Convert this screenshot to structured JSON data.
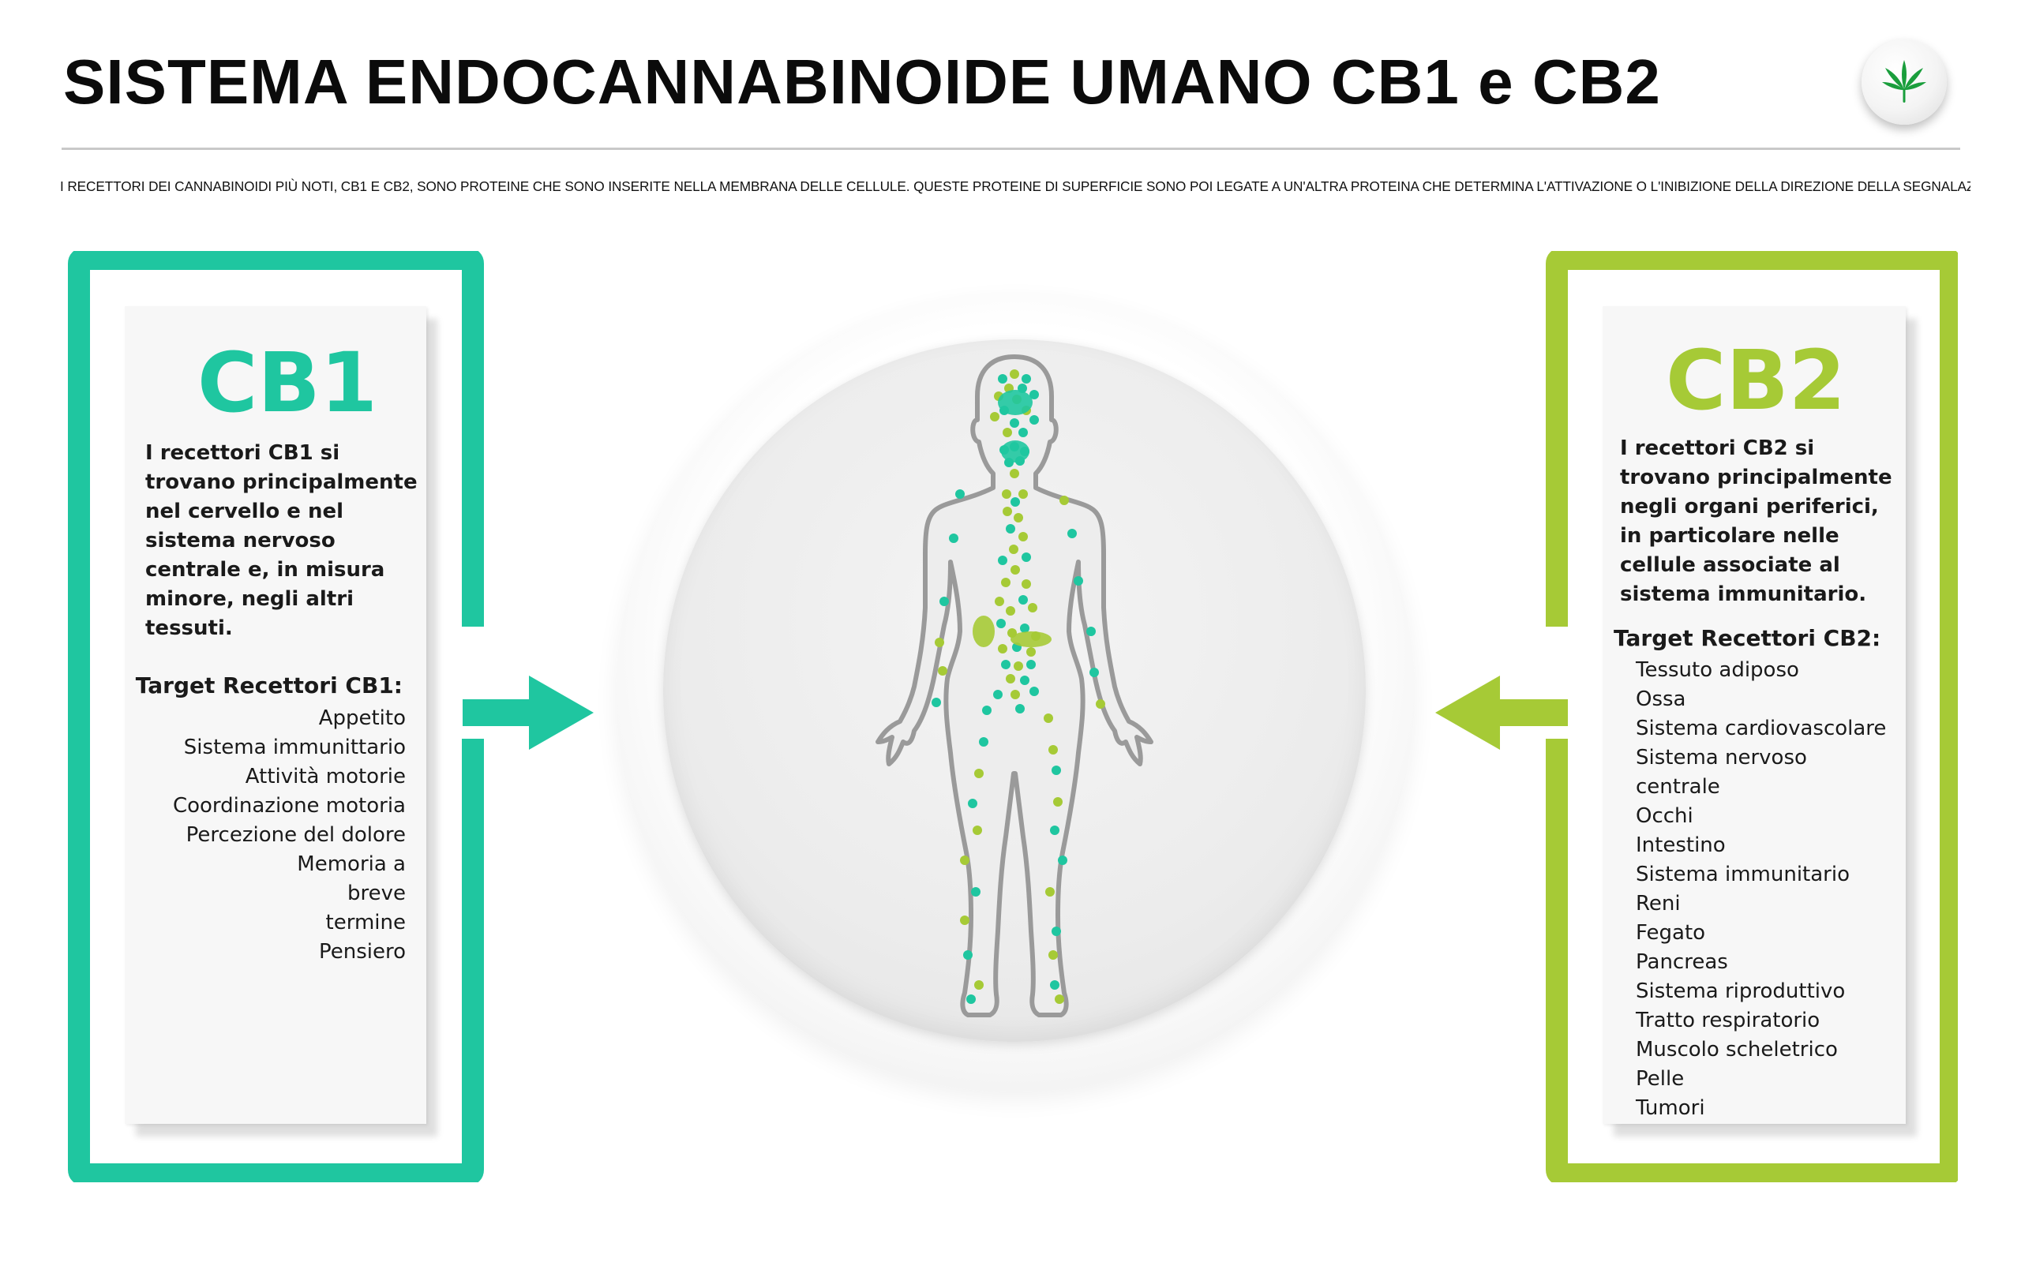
{
  "header": {
    "title": "SISTEMA ENDOCANNABINOIDE UMANO CB1 e CB2",
    "subtitle": "I RECETTORI DEI CANNABINOIDI PIÙ NOTI, CB1 E CB2, SONO PROTEINE CHE SONO INSERITE NELLA MEMBRANA DELLE CELLULE. QUESTE PROTEINE DI SUPERFICIE SONO POI LEGATE A UN'ALTRA PROTEINA CHE DETERMINA L'ATTIVAZIONE O L'INIBIZIONE DELLA DIREZIONE DELLA SEGNALAZIONE",
    "logo_icon": "cannabis-leaf-icon"
  },
  "colors": {
    "cb1": "#1fc6a0",
    "cb2": "#a6ca36",
    "body_outline": "#9a9a9a"
  },
  "cb1": {
    "title": "CB1",
    "description": "I recettori CB1 si trovano principalmente nel cervello e nel sistema nervoso centrale e, in misura minore, negli altri tessuti.",
    "target_title": "Target Recettori CB1:",
    "targets": [
      "Appetito",
      "Sistema immunittario",
      "Attività motorie",
      "Coordinazione motoria",
      "Percezione del dolore",
      "Memoria a breve termine",
      "Pensiero"
    ]
  },
  "cb2": {
    "title": "CB2",
    "description": "I recettori CB2 si trovano principalmente negli organi periferici, in particolare nelle cellule associate al sistema immunitario.",
    "target_title": "Target Recettori CB2:",
    "targets": [
      "Tessuto adiposo",
      "Ossa",
      "Sistema cardiovascolare",
      "Sistema nervoso centrale",
      "Occhi",
      "Intestino",
      "Sistema immunitario",
      "Reni",
      "Fegato",
      "Pancreas",
      "Sistema riproduttivo",
      "Tratto respiratorio",
      "Muscolo scheletrico",
      "Pelle",
      "Tumori"
    ]
  },
  "figure": {
    "icon": "human-body-icon"
  }
}
